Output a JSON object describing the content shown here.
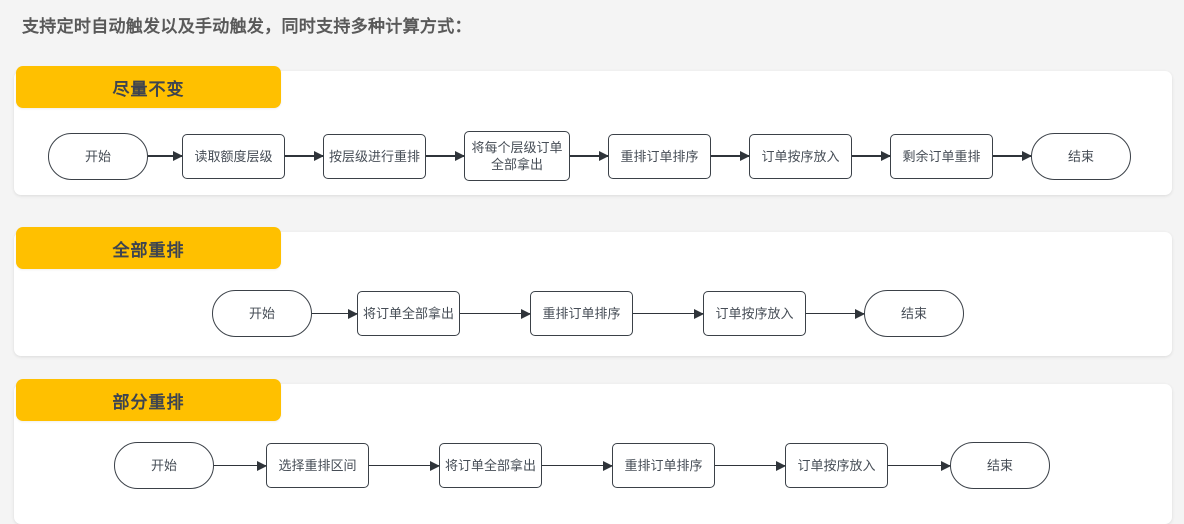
{
  "page": {
    "title": "支持定时自动触发以及手动触发，同时支持多种计算方式：",
    "background_color": "#f4f4f4",
    "badge_color": "#ffc000",
    "node_border_color": "#3b4148",
    "text_color": "#464d56"
  },
  "sections": [
    {
      "badge": "尽量不变",
      "nodes": [
        {
          "label": "开始",
          "type": "terminal"
        },
        {
          "label": "读取额度层级",
          "type": "process"
        },
        {
          "label": "按层级进行重排",
          "type": "process"
        },
        {
          "label": "将每个层级订单\n全部拿出",
          "type": "process-tall"
        },
        {
          "label": "重排订单排序",
          "type": "process"
        },
        {
          "label": "订单按序放入",
          "type": "process"
        },
        {
          "label": "剩余订单重排",
          "type": "process"
        },
        {
          "label": "结束",
          "type": "terminal"
        }
      ],
      "arrow_widths": [
        34,
        38,
        38,
        38,
        38,
        38,
        38
      ]
    },
    {
      "badge": "全部重排",
      "nodes": [
        {
          "label": "开始",
          "type": "terminal"
        },
        {
          "label": "将订单全部拿出",
          "type": "process"
        },
        {
          "label": "重排订单排序",
          "type": "process"
        },
        {
          "label": "订单按序放入",
          "type": "process"
        },
        {
          "label": "结束",
          "type": "terminal"
        }
      ],
      "arrow_widths": [
        45,
        70,
        70,
        58
      ]
    },
    {
      "badge": "部分重排",
      "nodes": [
        {
          "label": "开始",
          "type": "terminal"
        },
        {
          "label": "选择重排区间",
          "type": "process"
        },
        {
          "label": "将订单全部拿出",
          "type": "process"
        },
        {
          "label": "重排订单排序",
          "type": "process"
        },
        {
          "label": "订单按序放入",
          "type": "process"
        },
        {
          "label": "结束",
          "type": "terminal"
        }
      ],
      "arrow_widths": [
        52,
        70,
        70,
        70,
        62
      ]
    }
  ]
}
